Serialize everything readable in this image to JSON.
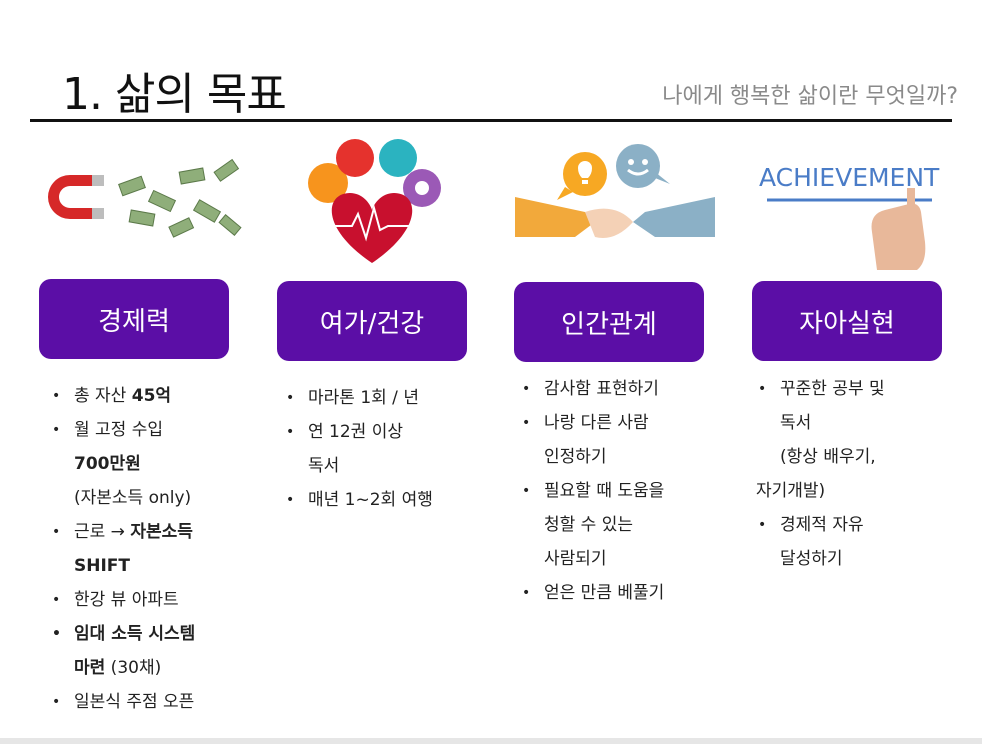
{
  "header": {
    "title": "1. 삶의 목표",
    "subtitle": "나에게 행복한 삶이란 무엇일까?"
  },
  "columns": [
    {
      "category": "경제력",
      "image_icon": "magnet-money-icon",
      "items": {
        "i1a": "총 자산 ",
        "i1b": "45억",
        "i2a": "월 고정 수입",
        "i2b": "700만원",
        "i2c": "(자본소득 only)",
        "i3a": "근로 → ",
        "i3b": "자본소득",
        "i3c": "SHIFT",
        "i4": "한강 뷰 아파트",
        "i5a": "임대 소득 시스템",
        "i5b": "마련",
        "i5c": " (30채)",
        "i6": "일본식 주점 오픈"
      }
    },
    {
      "category": "여가/건강",
      "image_icon": "heart-health-icon",
      "items": {
        "i1": "마라톤 1회 / 년",
        "i2a": "연 12권 이상",
        "i2b": "독서",
        "i3": "매년 1~2회 여행"
      }
    },
    {
      "category": "인간관계",
      "image_icon": "handshake-icon",
      "items": {
        "i1": "감사함 표현하기",
        "i2a": "나랑 다른 사람",
        "i2b": "인정하기",
        "i3a": "필요할 때 도움을",
        "i3b": "청할 수 있는",
        "i3c": "사람되기",
        "i4": "얻은 만큼 베풀기"
      }
    },
    {
      "category": "자아실현",
      "image_icon": "achievement-hand-icon",
      "image_text": "ACHIEVEMENT",
      "items": {
        "i1a": "꾸준한 공부 및",
        "i1b": "독서",
        "i1c": "(항상 배우기,",
        "i1d": "자기개발)",
        "i2a": "경제적 자유",
        "i2b": "달성하기"
      }
    }
  ],
  "colors": {
    "category_bg": "#5b0ea6",
    "rule": "#111111"
  }
}
